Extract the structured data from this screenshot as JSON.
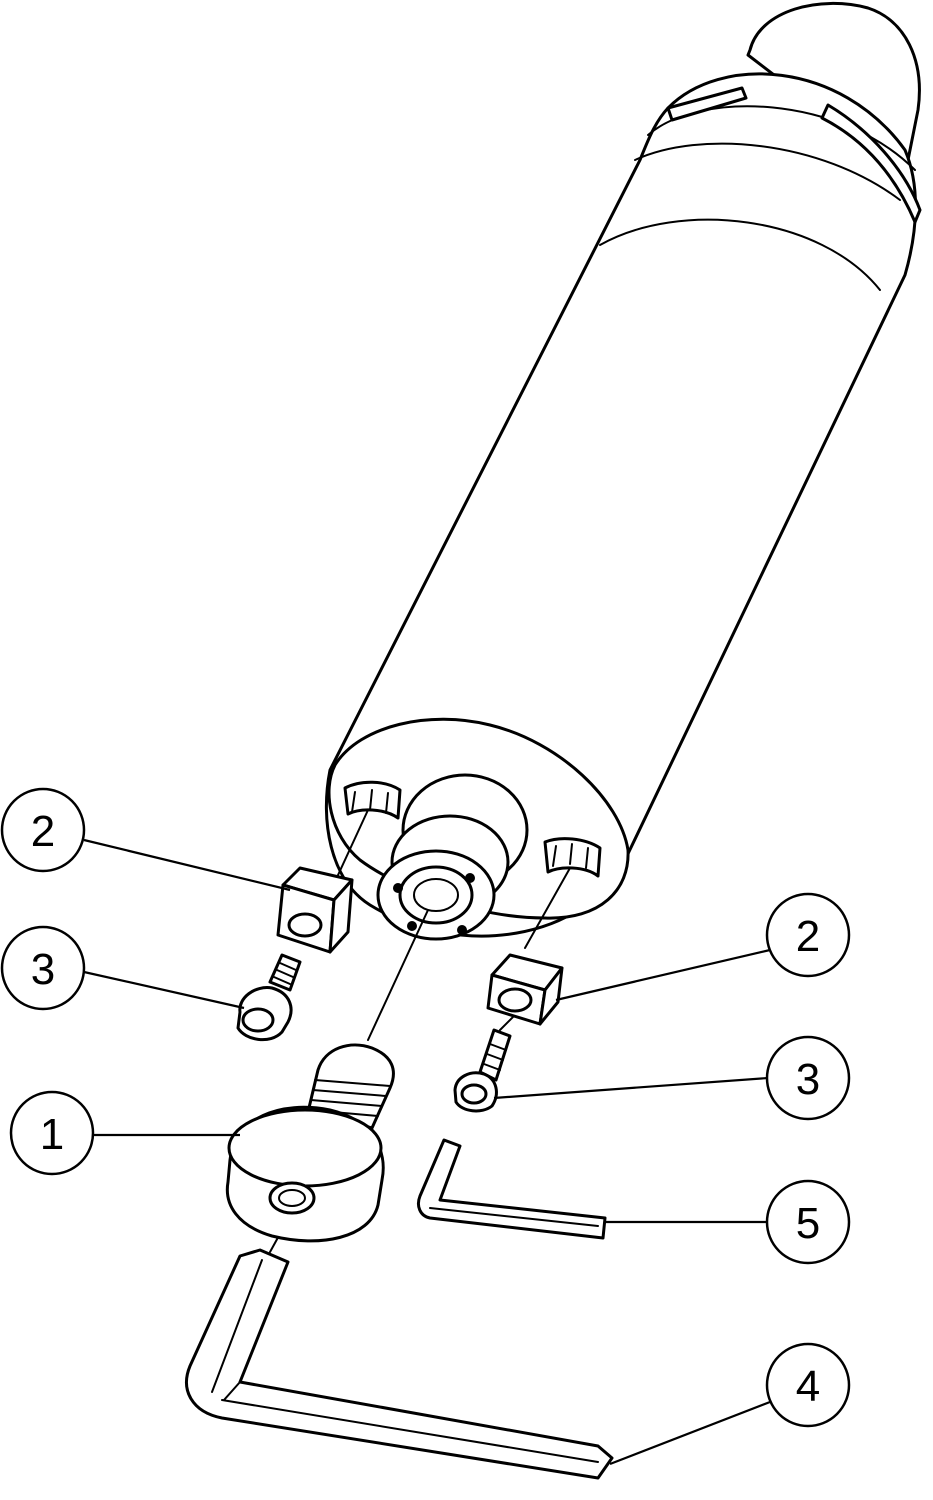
{
  "callouts": [
    {
      "id": "c2a",
      "label": "2"
    },
    {
      "id": "c3a",
      "label": "3"
    },
    {
      "id": "c1",
      "label": "1"
    },
    {
      "id": "c2b",
      "label": "2"
    },
    {
      "id": "c3b",
      "label": "3"
    },
    {
      "id": "c5",
      "label": "5"
    },
    {
      "id": "c4",
      "label": "4"
    }
  ]
}
